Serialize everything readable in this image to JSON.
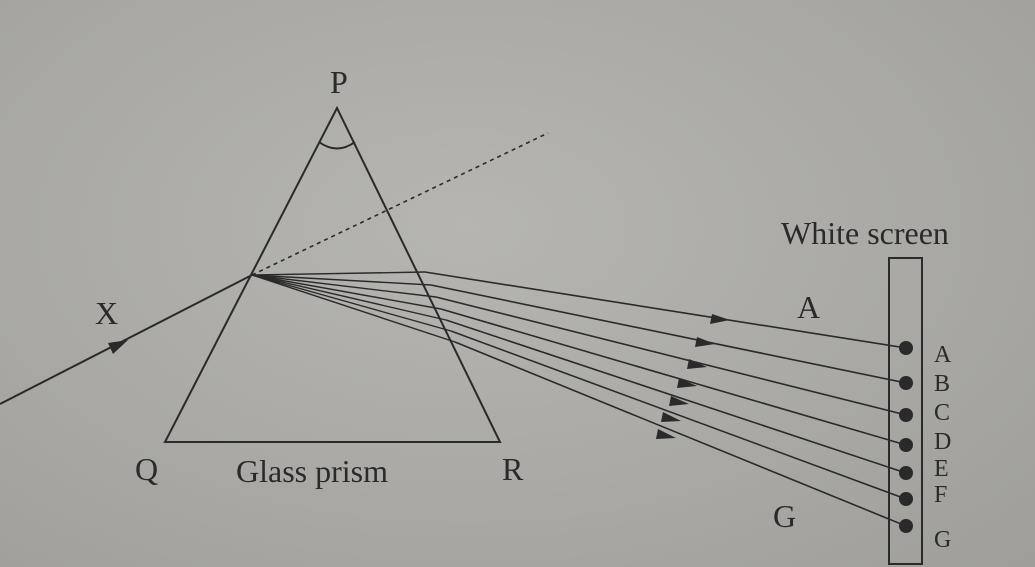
{
  "prism": {
    "apex_label": "P",
    "base_left_label": "Q",
    "base_right_label": "R",
    "name": "Glass prism"
  },
  "incident_ray_label": "X",
  "screen": {
    "title": "White screen",
    "spots": [
      "A",
      "B",
      "C",
      "D",
      "E",
      "F",
      "G"
    ]
  },
  "ray_labels": {
    "top": "A",
    "bottom": "G"
  },
  "colors": {
    "ink": "#2a2a2a",
    "paper": "#aaa9a5"
  }
}
